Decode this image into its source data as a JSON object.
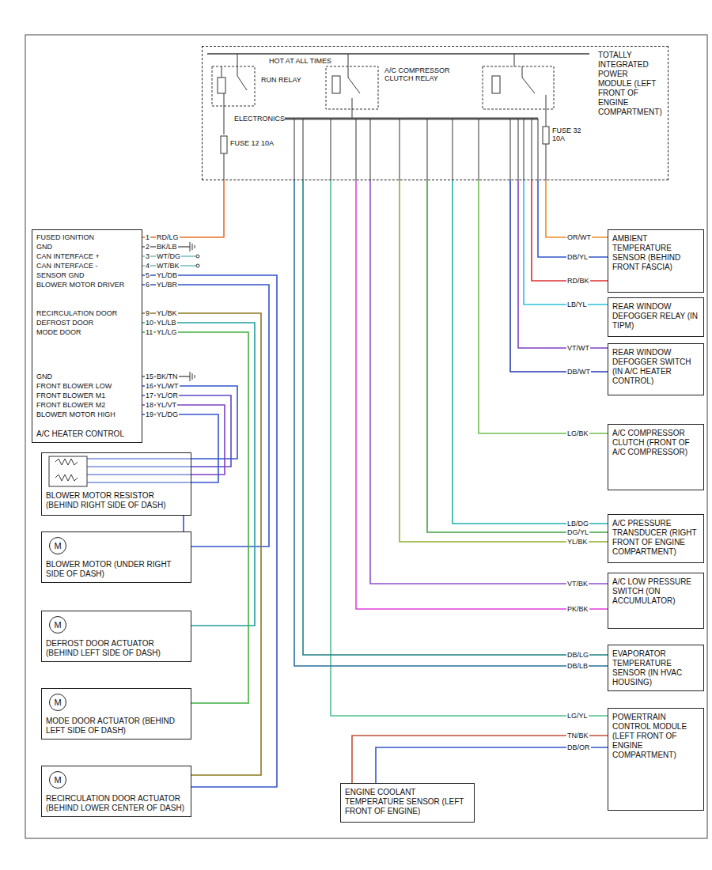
{
  "diagram": {
    "nodes": [
      {
        "text": [
          "TOTALLY INTEGRATED POWER MODULE (LEFT FRONT OF ENGINE COMPARTMENT)"
        ]
      },
      {
        "text": [
          "A/C HEATER CONTROL"
        ]
      },
      {
        "text": [
          "BLOWER MOTOR RESISTOR (BEHIND RIGHT SIDE OF DASH)"
        ]
      },
      {
        "text": [
          "M",
          "BLOWER MOTOR (UNDER RIGHT SIDE OF DASH)"
        ]
      },
      {
        "text": [
          "M",
          "DEFROST DOOR ACTUATOR (BEHIND LEFT SIDE OF DASH)"
        ]
      },
      {
        "text": [
          "M",
          "MODE DOOR ACTUATOR (BEHIND LEFT SIDE OF DASH)"
        ]
      },
      {
        "text": [
          "M",
          "RECIRCULATION DOOR ACTUATOR (BEHIND LOWER CENTER OF DASH)"
        ]
      },
      {
        "text": [
          "AMBIENT TEMPERATURE SENSOR (BEHIND FRONT FASCIA)"
        ]
      },
      {
        "text": [
          "REAR WINDOW DEFOGGER RELAY (IN TIPM)"
        ]
      },
      {
        "text": [
          "REAR WINDOW DEFOGGER SWITCH (IN A/C HEATER CONTROL)"
        ]
      },
      {
        "text": [
          "A/C COMPRESSOR CLUTCH (FRONT OF A/C COMPRESSOR)"
        ]
      },
      {
        "text": [
          "A/C PRESSURE TRANSDUCER (RIGHT FRONT OF ENGINE COMPARTMENT)"
        ]
      },
      {
        "text": [
          "A/C LOW PRESSURE SWITCH (ON ACCUMULATOR)"
        ]
      },
      {
        "text": [
          "EVAPORATOR TEMPERATURE SENSOR (IN HVAC HOUSING)"
        ]
      },
      {
        "text": [
          "POWERTRAIN CONTROL MODULE (LEFT FRONT OF ENGINE COMPARTMENT)"
        ]
      },
      {
        "text": [
          "ENGINE COOLANT TEMPERATURE SENSOR (LEFT FRONT OF ENGINE)"
        ]
      }
    ],
    "edges": [
      {
        "from": 0,
        "to": 1,
        "arrow": "none"
      },
      {
        "from": 1,
        "to": 6,
        "arrow": "none"
      },
      {
        "from": 1,
        "to": 3,
        "arrow": "none"
      },
      {
        "from": 1,
        "to": 6,
        "arrow": "none"
      },
      {
        "from": 1,
        "to": 4,
        "arrow": "none"
      },
      {
        "from": 1,
        "to": 5,
        "arrow": "none"
      },
      {
        "from": 1,
        "to": 2,
        "arrow": "none"
      },
      {
        "from": 1,
        "to": 2,
        "arrow": "none"
      },
      {
        "from": 1,
        "to": 2,
        "arrow": "none"
      },
      {
        "from": 1,
        "to": 2,
        "arrow": "none"
      },
      {
        "from": 2,
        "to": 3,
        "arrow": "none"
      },
      {
        "from": 0,
        "to": 7,
        "arrow": "none"
      },
      {
        "from": 0,
        "to": 7,
        "arrow": "none"
      },
      {
        "from": 0,
        "to": 7,
        "arrow": "none"
      },
      {
        "from": 0,
        "to": 8,
        "arrow": "none"
      },
      {
        "from": 0,
        "to": 9,
        "arrow": "none"
      },
      {
        "from": 0,
        "to": 9,
        "arrow": "none"
      },
      {
        "from": 0,
        "to": 10,
        "arrow": "none"
      },
      {
        "from": 0,
        "to": 11,
        "arrow": "none"
      },
      {
        "from": 0,
        "to": 11,
        "arrow": "none"
      },
      {
        "from": 0,
        "to": 11,
        "arrow": "none"
      },
      {
        "from": 0,
        "to": 12,
        "arrow": "none"
      },
      {
        "from": 0,
        "to": 12,
        "arrow": "none"
      },
      {
        "from": 0,
        "to": 14,
        "arrow": "none"
      },
      {
        "from": 0,
        "to": 13,
        "arrow": "none"
      },
      {
        "from": 0,
        "to": 13,
        "arrow": "none"
      },
      {
        "from": 15,
        "to": 14,
        "arrow": "none"
      },
      {
        "from": 15,
        "to": 14,
        "arrow": "none"
      }
    ],
    "labels": [
      "HOT AT ALL TIMES",
      "RUN RELAY",
      "A/C COMPRESSOR CLUTCH RELAY",
      "ELECTRONICS",
      "FUSE 12 10A",
      "FUSE 32 10A",
      "FUSED IGNITION",
      "GND",
      "CAN INTERFACE +",
      "CAN INTERFACE -",
      "SENSOR GND",
      "BLOWER MOTOR DRIVER",
      "RECIRCULATION DOOR",
      "DEFROST DOOR",
      "MODE DOOR",
      "GND",
      "FRONT BLOWER LOW",
      "FRONT BLOWER M1",
      "FRONT BLOWER M2",
      "BLOWER MOTOR HIGH",
      "1",
      "2",
      "3",
      "4",
      "5",
      "6",
      "9",
      "10",
      "11",
      "15",
      "16",
      "17",
      "18",
      "19",
      "RD/LG",
      "BK/LB",
      "WT/DG",
      "WT/BK",
      "YL/DB",
      "YL/BR",
      "YL/BK",
      "YL/LB",
      "YL/LG",
      "BK/TN",
      "YL/WT",
      "YL/OR",
      "YL/VT",
      "YL/DG",
      "OR/WT",
      "DB/YL",
      "RD/BK",
      "LB/YL",
      "VT/WT",
      "DB/WT",
      "LG/BK",
      "LB/DG",
      "DG/YL",
      "YL/BK",
      "VT/BK",
      "PK/BK",
      "DB/LG",
      "DB/LB",
      "LG/YL",
      "TN/BK",
      "DB/OR"
    ]
  }
}
